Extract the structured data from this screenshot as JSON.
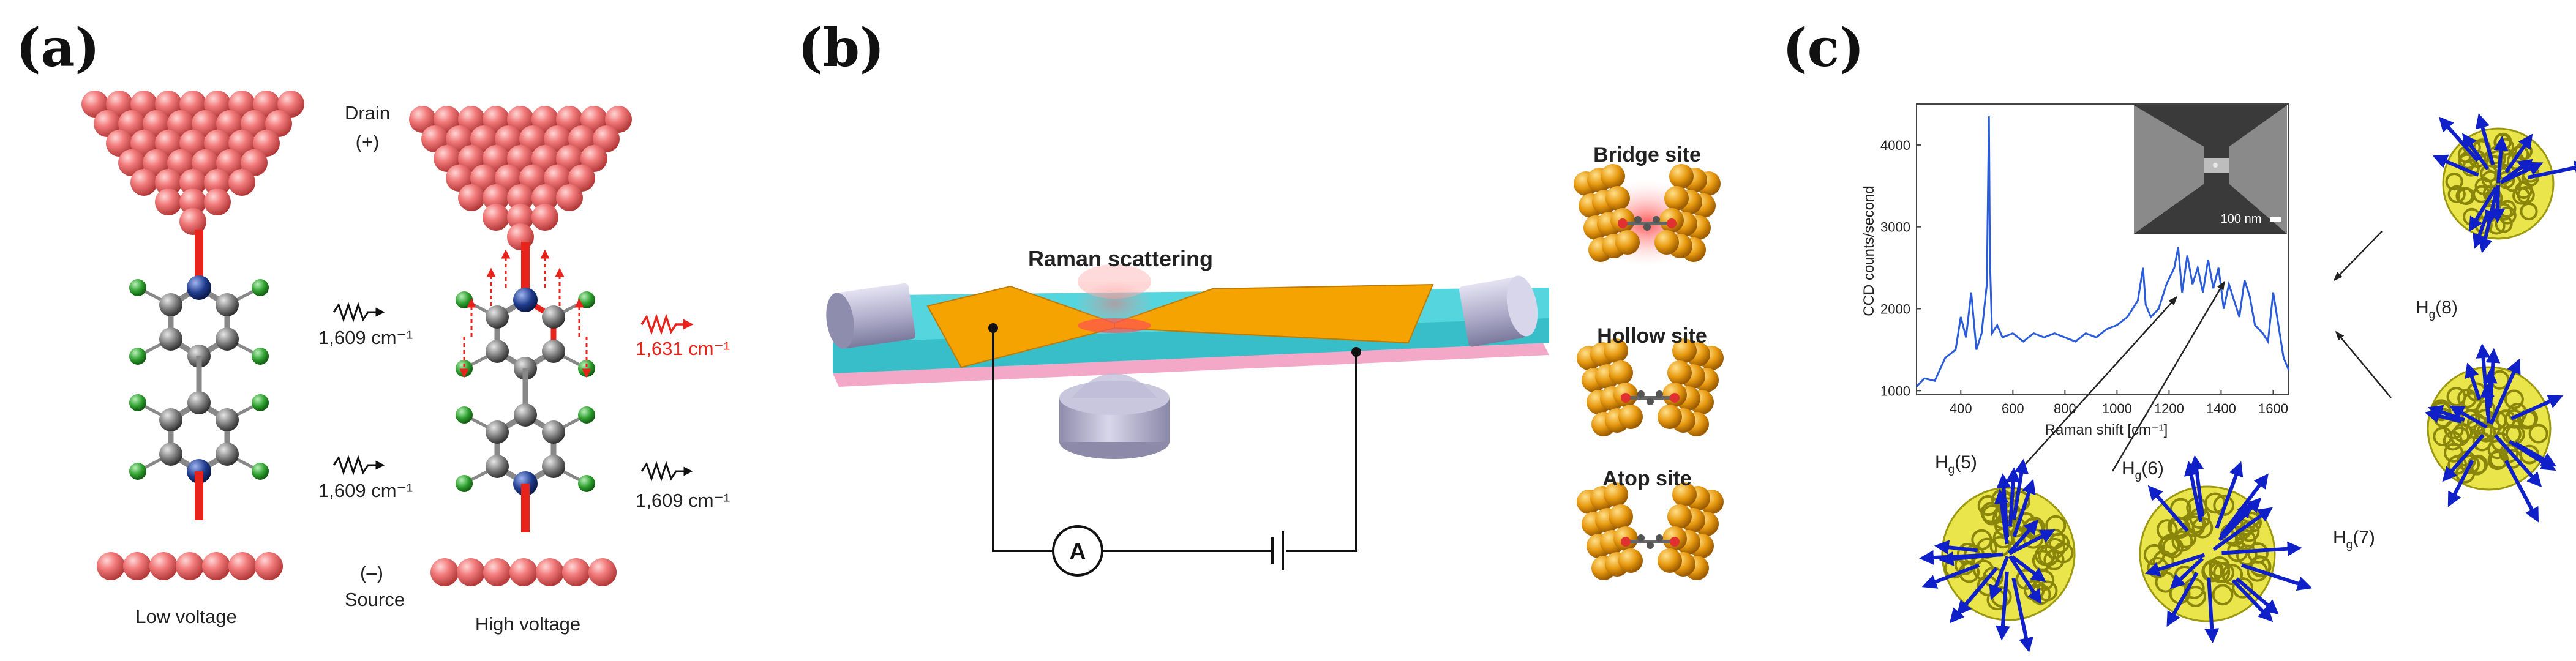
{
  "panels": {
    "a": {
      "letter": "(a)",
      "drain": "Drain",
      "drain_sign": "(+)",
      "source_sign": "(–)",
      "source": "Source",
      "low_voltage": "Low voltage",
      "high_voltage": "High voltage",
      "modes": {
        "low_top": "1,609 cm⁻¹",
        "low_bottom": "1,609 cm⁻¹",
        "high_top": "1,631 cm⁻¹",
        "high_bottom": "1,609 cm⁻¹"
      },
      "colors": {
        "gold": "#f07070",
        "carbon": "#7a7a7a",
        "hydrogen": "#2fa02f",
        "nitrogen": "#1f3b8c",
        "highlight": "#e8231b"
      }
    },
    "b": {
      "letter": "(b)",
      "raman_label": "Raman scattering",
      "ammeter": "A",
      "sites": [
        "Bridge site",
        "Hollow site",
        "Atop site"
      ],
      "colors": {
        "electrode": "#f5a300",
        "substrate": "#3fd0d8",
        "base": "#f3a8c8",
        "gold_atom": "#e8a317"
      }
    },
    "c": {
      "letter": "(c)",
      "inset_scale": "100 nm",
      "modes": [
        "Hg(8)",
        "Hg(5)",
        "Hg(6)",
        "Hg(7)"
      ],
      "colors": {
        "line": "#2a5bd8",
        "cage": "#d6d21a",
        "arrow": "#1020c8"
      }
    }
  },
  "chart_data": {
    "type": "line",
    "xlabel": "Raman shift [cm⁻¹]",
    "ylabel": "CCD counts/second",
    "xlim": [
      230,
      1660
    ],
    "ylim": [
      950,
      4500
    ],
    "x_ticks": [
      "400",
      "600",
      "800",
      "1000",
      "1200",
      "1400",
      "1600"
    ],
    "y_ticks": [
      "1000",
      "2000",
      "3000",
      "4000"
    ],
    "grid": false,
    "series": [
      {
        "x": [
          230,
          260,
          300,
          340,
          380,
          400,
          420,
          440,
          460,
          480,
          500,
          508,
          512,
          520,
          540,
          560,
          600,
          640,
          680,
          720,
          760,
          800,
          840,
          880,
          920,
          960,
          1000,
          1040,
          1080,
          1100,
          1110,
          1130,
          1160,
          1190,
          1220,
          1235,
          1250,
          1270,
          1290,
          1310,
          1330,
          1350,
          1370,
          1390,
          1410,
          1430,
          1450,
          1470,
          1490,
          1510,
          1530,
          1560,
          1580,
          1600,
          1620,
          1640,
          1660
        ],
        "y": [
          1050,
          1150,
          1120,
          1400,
          1500,
          1900,
          1650,
          2200,
          1500,
          1700,
          2300,
          4350,
          2600,
          1700,
          1800,
          1650,
          1700,
          1600,
          1700,
          1650,
          1700,
          1650,
          1600,
          1700,
          1650,
          1750,
          1800,
          1900,
          2100,
          2500,
          2050,
          1900,
          2000,
          2300,
          2500,
          2750,
          2200,
          2650,
          2300,
          2500,
          2200,
          2600,
          2250,
          2500,
          2000,
          2300,
          2100,
          1900,
          2350,
          2150,
          1800,
          1700,
          1600,
          2200,
          1800,
          1400,
          1250
        ]
      }
    ]
  }
}
